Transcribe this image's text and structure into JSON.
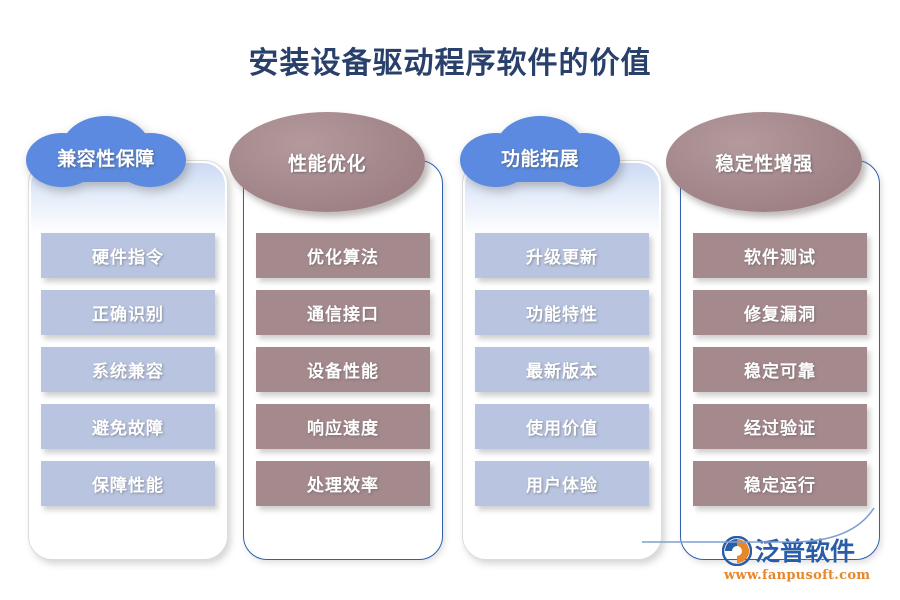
{
  "page": {
    "title": "安装设备驱动程序软件的价值",
    "background": "#ffffff",
    "title_color": "#29406b"
  },
  "palette": {
    "cloud_blue": "#5b8ae0",
    "ellipse_mauve": "#a4898d",
    "item_lightblue": "#b8c4e0",
    "item_mauve": "#a4898d",
    "card_border_gray": "#dcdcdc",
    "card_border_blue": "#2f5fae",
    "logo_blue": "#2a5da8",
    "logo_orange": "#e8862a"
  },
  "columns": [
    {
      "header": "兼容性保障",
      "badge_shape": "cloud",
      "badge_color": "#5b8ae0",
      "card_border": "gray",
      "item_style": "lightblue",
      "items": [
        "硬件指令",
        "正确识别",
        "系统兼容",
        "避免故障",
        "保障性能"
      ]
    },
    {
      "header": "性能优化",
      "badge_shape": "ellipse",
      "badge_color": "#a4898d",
      "card_border": "blue",
      "item_style": "mauve",
      "items": [
        "优化算法",
        "通信接口",
        "设备性能",
        "响应速度",
        "处理效率"
      ]
    },
    {
      "header": "功能拓展",
      "badge_shape": "cloud",
      "badge_color": "#5b8ae0",
      "card_border": "gray",
      "item_style": "lightblue",
      "items": [
        "升级更新",
        "功能特性",
        "最新版本",
        "使用价值",
        "用户体验"
      ]
    },
    {
      "header": "稳定性增强",
      "badge_shape": "ellipse",
      "badge_color": "#a4898d",
      "card_border": "blue",
      "item_style": "mauve",
      "items": [
        "软件测试",
        "修复漏洞",
        "稳定可靠",
        "经过验证",
        "稳定运行"
      ]
    }
  ],
  "watermark": {
    "text": "泛普软件"
  },
  "logo": {
    "name": "泛普软件",
    "url": "www.fanpusoft.com",
    "icon": "fanpu-swoosh-icon"
  }
}
